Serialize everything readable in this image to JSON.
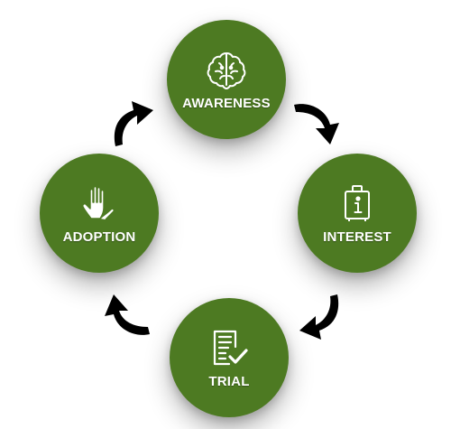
{
  "colors": {
    "node_fill": "#4d7a22",
    "icon_stroke": "#ffffff",
    "arrow_fill": "#000000"
  },
  "cycle": {
    "nodes": [
      {
        "label": "AWARENESS",
        "icon": "brain-icon"
      },
      {
        "label": "INTEREST",
        "icon": "info-suitcase-icon"
      },
      {
        "label": "TRIAL",
        "icon": "checklist-icon"
      },
      {
        "label": "ADOPTION",
        "icon": "hand-icon"
      }
    ]
  }
}
